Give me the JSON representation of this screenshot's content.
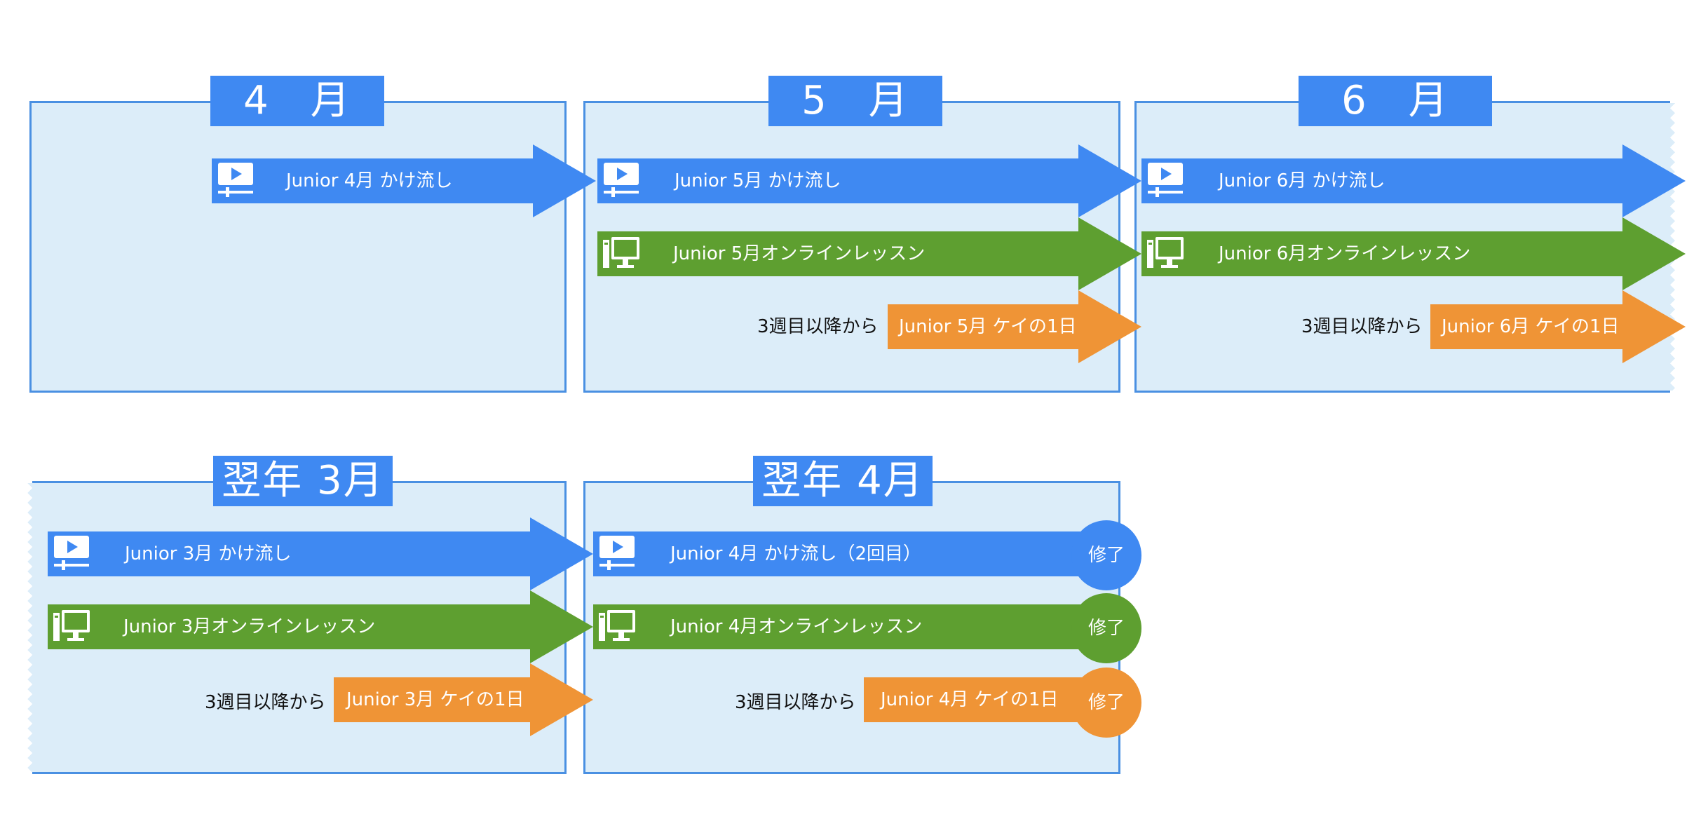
{
  "months": {
    "apr": "4　月",
    "may": "5　月",
    "jun": "6　月",
    "next_mar": "翌年 3月",
    "next_apr": "翌年 4月"
  },
  "items": {
    "apr_stream": "Junior 4月 かけ流し",
    "may_stream": "Junior 5月 かけ流し",
    "may_online": "Junior 5月オンラインレッスン",
    "may_kei": "Junior 5月 ケイの1日",
    "jun_stream": "Junior 6月 かけ流し",
    "jun_online": "Junior 6月オンラインレッスン",
    "jun_kei": "Junior 6月 ケイの1日",
    "mar_stream": "Junior 3月 かけ流し",
    "mar_online": "Junior 3月オンラインレッスン",
    "mar_kei": "Junior 3月 ケイの1日",
    "napr_stream": "Junior 4月 かけ流し（2回目）",
    "napr_online": "Junior 4月オンラインレッスン",
    "napr_kei": "Junior 4月 ケイの1日"
  },
  "note": "3週目以降から",
  "badge": "修了",
  "colors": {
    "stream": "#3f89f2",
    "online": "#5e9f30",
    "kei": "#ef9436",
    "panel": "#dcedf9",
    "border": "#4a90e2"
  },
  "icons": {
    "stream": "video-player-icon",
    "online": "desktop-computer-icon"
  }
}
